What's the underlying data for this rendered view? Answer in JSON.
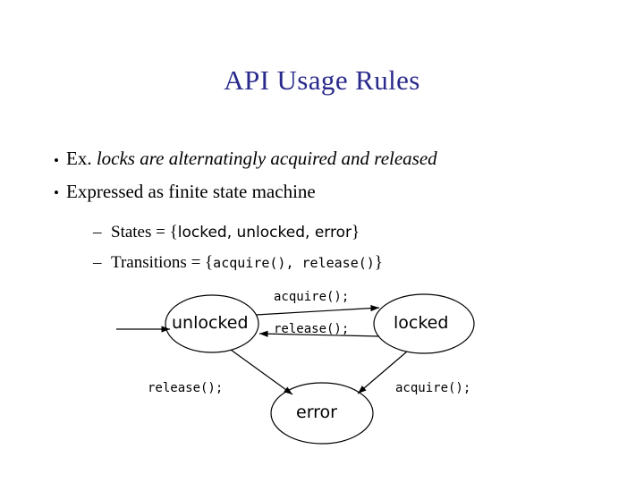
{
  "slide": {
    "title": "API Usage Rules",
    "bullets": [
      {
        "marker": "•",
        "prefix": "Ex. ",
        "italic": "locks are alternatingly acquired and released"
      },
      {
        "marker": "•",
        "prefix": "Expressed as finite state machine",
        "italic": ""
      }
    ],
    "sublines": [
      {
        "marker": "–",
        "label": "States = ",
        "open": "{",
        "value": "locked, unlocked, error",
        "close": "}",
        "style": "sans"
      },
      {
        "marker": "–",
        "label": "Transitions = ",
        "open": "{",
        "value": "acquire(), release()",
        "close": "}",
        "style": "mono"
      }
    ],
    "diagram": {
      "states": [
        {
          "name": "unlocked",
          "label": "unlocked"
        },
        {
          "name": "locked",
          "label": "locked"
        },
        {
          "name": "error",
          "label": "error"
        }
      ],
      "edge_labels": [
        {
          "name": "acquire-top",
          "text": "acquire();"
        },
        {
          "name": "release-mid",
          "text": "release();"
        },
        {
          "name": "release-left",
          "text": "release();"
        },
        {
          "name": "acquire-right",
          "text": "acquire();"
        }
      ]
    }
  }
}
